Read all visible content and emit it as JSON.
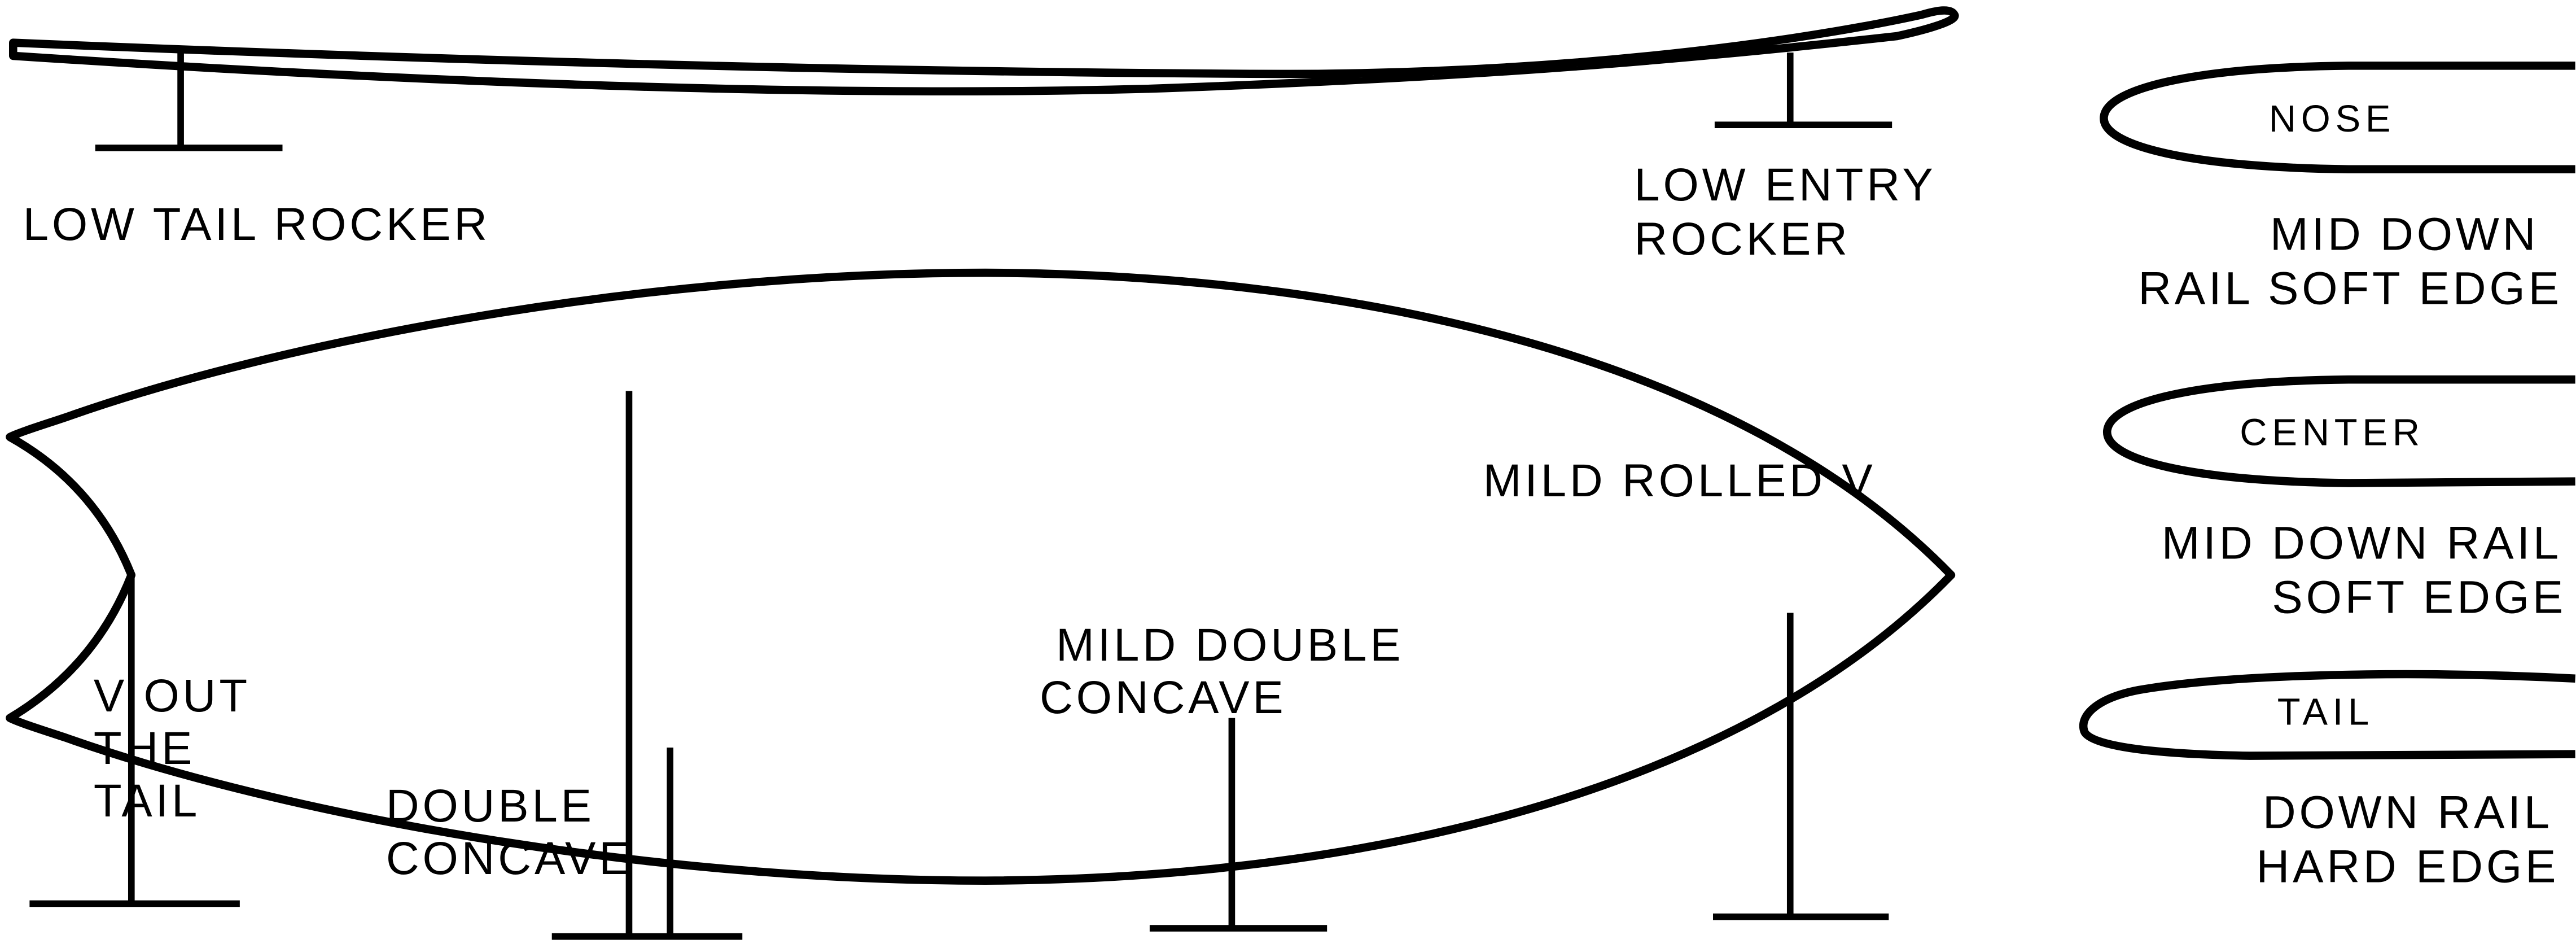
{
  "diagram": {
    "side_profile": {
      "tail_label": "LOW TAIL ROCKER",
      "nose_label_line1": "LOW ENTRY",
      "nose_label_line2": "ROCKER"
    },
    "plan_view": {
      "rolled_v_label": "MILD ROLLED V",
      "mild_double_concave_line1": "MILD DOUBLE",
      "mild_double_concave_line2": "CONCAVE",
      "v_out_line1": "V OUT",
      "v_out_line2": "THE",
      "v_out_line3": "TAIL",
      "double_concave_line1": "DOUBLE",
      "double_concave_line2": "CONCAVE"
    },
    "rail_sections": [
      {
        "name": "NOSE",
        "desc_line1": "MID DOWN",
        "desc_line2": "RAIL SOFT EDGE"
      },
      {
        "name": "CENTER",
        "desc_line1": "MID DOWN RAIL",
        "desc_line2": "SOFT EDGE"
      },
      {
        "name": "TAIL",
        "desc_line1": "DOWN RAIL",
        "desc_line2": "HARD EDGE"
      }
    ],
    "colors": {
      "line": "#000000",
      "background": "#ffffff",
      "text": "#000000"
    }
  }
}
